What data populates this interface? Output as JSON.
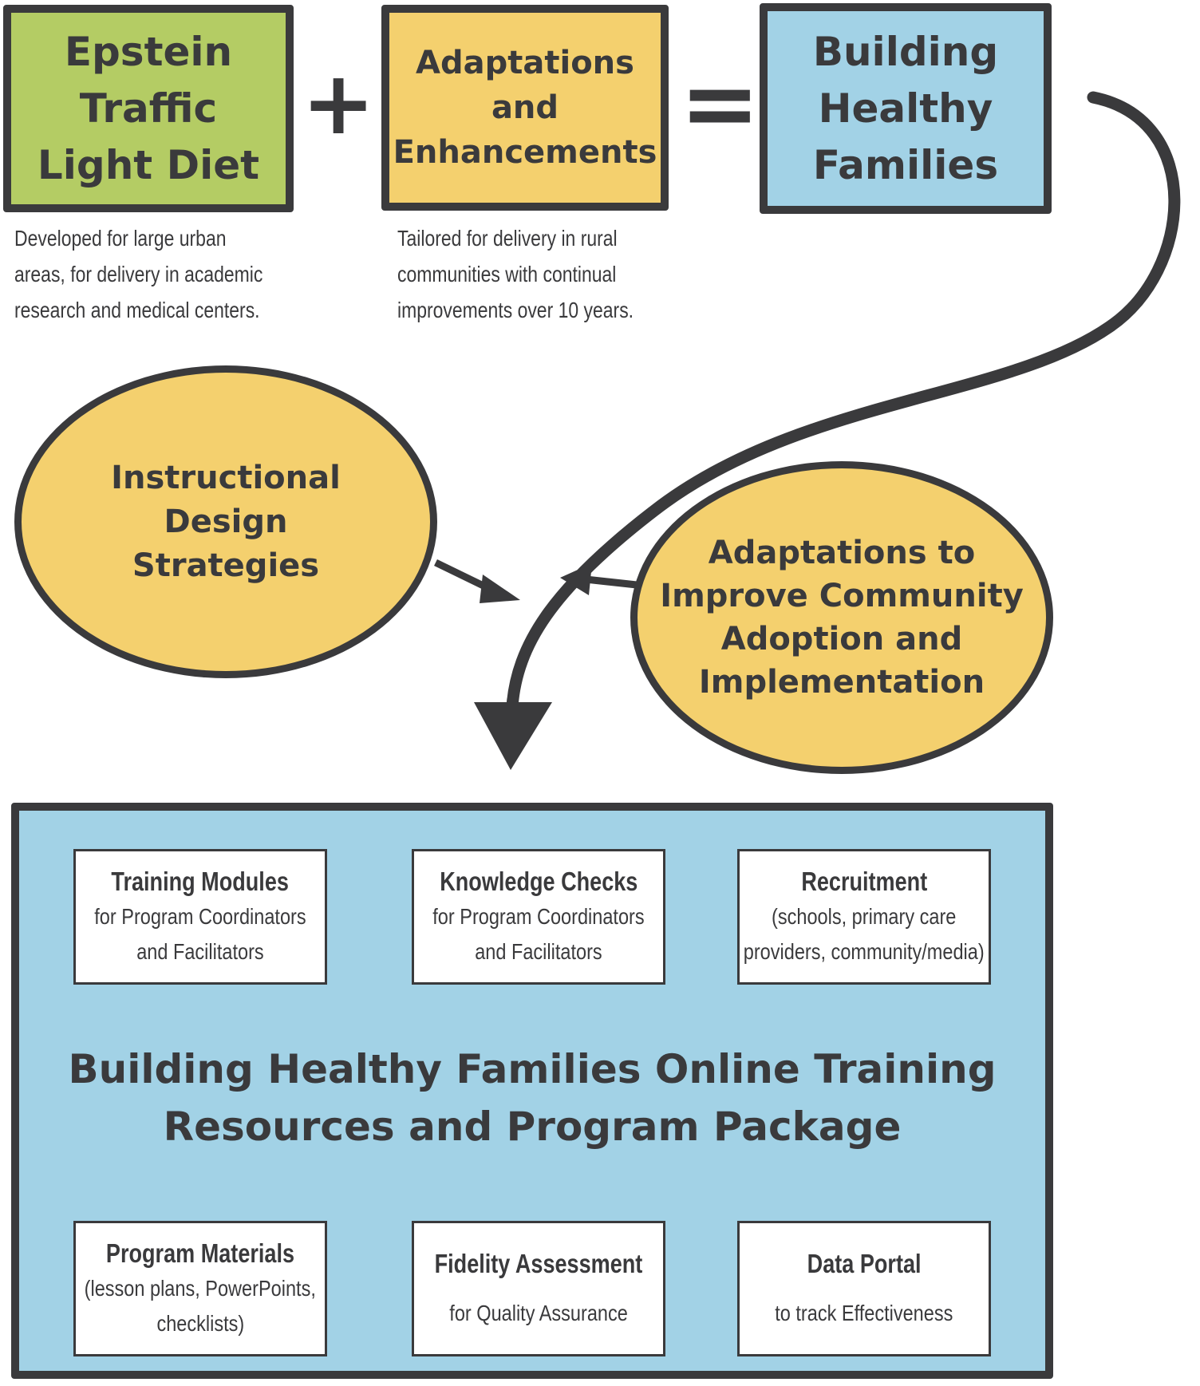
{
  "top": {
    "box1": {
      "lines": [
        "Epstein",
        "Traffic",
        "Light Diet"
      ],
      "color": "#b4cc64"
    },
    "plus": "+",
    "box2": {
      "lines": [
        "Adaptations",
        "and",
        "Enhancements"
      ],
      "color": "#f4d06e"
    },
    "equals": "=",
    "box3": {
      "lines": [
        "Building",
        "Healthy",
        "Families"
      ],
      "color": "#a2d2e6"
    }
  },
  "captions": {
    "box1": [
      "Developed for large urban",
      "areas, for delivery in academic",
      "research and medical centers."
    ],
    "box2": [
      "Tailored for delivery in rural",
      "communities with continual",
      "improvements over 10 years."
    ]
  },
  "ellipses": {
    "left": [
      "Instructional",
      "Design",
      "Strategies"
    ],
    "right": [
      "Adaptations to",
      "Improve Community",
      "Adoption and",
      "Implementation"
    ]
  },
  "package": {
    "title": [
      "Building Healthy Families Online Training",
      "Resources and Program Package"
    ],
    "cards": [
      {
        "title": "Training Modules",
        "lines": [
          "for Program Coordinators",
          "and Facilitators"
        ]
      },
      {
        "title": "Knowledge Checks",
        "lines": [
          "for Program Coordinators",
          "and Facilitators"
        ]
      },
      {
        "title": "Recruitment",
        "lines": [
          "(schools, primary care",
          "providers, community/media)"
        ]
      },
      {
        "title": "Program Materials",
        "lines": [
          "(lesson plans, PowerPoints,",
          "checklists)"
        ]
      },
      {
        "title": "Fidelity Assessment",
        "lines": [
          "for Quality Assurance"
        ]
      },
      {
        "title": "Data Portal",
        "lines": [
          "to track Effectiveness"
        ]
      }
    ]
  },
  "colors": {
    "outline": "#3a3a3c",
    "green": "#b4cc64",
    "yellow": "#f4d06e",
    "blue": "#a2d2e6"
  }
}
